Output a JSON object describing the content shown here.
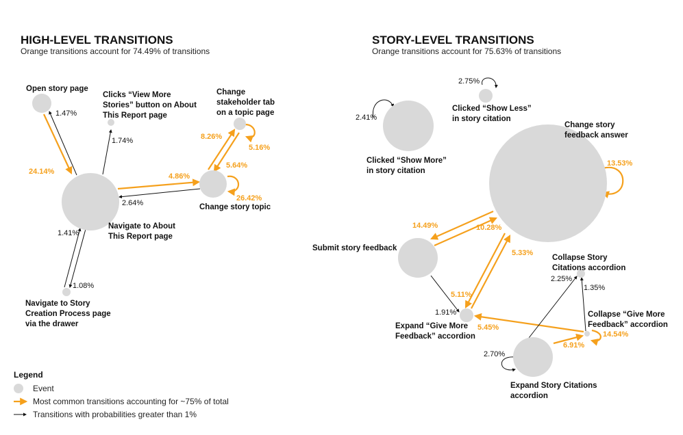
{
  "colors": {
    "node": "#d9d9d9",
    "orange": "#f5a01c",
    "black": "#111111"
  },
  "high": {
    "title": "HIGH-LEVEL TRANSITIONS",
    "subtitle": "Orange transitions account for 74.49% of transitions",
    "nodes": {
      "open_story": {
        "label": [
          "Open story page"
        ]
      },
      "view_more": {
        "label": [
          "Clicks “View More",
          "Stories” button on About",
          "This Report page"
        ]
      },
      "stakeholder": {
        "label": [
          "Change",
          "stakeholder tab",
          "on a topic page"
        ]
      },
      "about": {
        "label": [
          "Navigate to About",
          "This Report page"
        ]
      },
      "story_topic": {
        "label": [
          "Change story topic"
        ]
      },
      "creation": {
        "label": [
          "Navigate to Story",
          "Creation Process page",
          "via the drawer"
        ]
      }
    },
    "edges": {
      "open_to_about": "24.14%",
      "about_to_open": "1.47%",
      "about_to_viewmore": "1.74%",
      "about_to_topic": "4.86%",
      "topic_to_about": "2.64%",
      "topic_to_stake": "8.26%",
      "stake_self": "5.16%",
      "stake_to_topic": "5.64%",
      "topic_self": "26.42%",
      "creation_to_about": "1.41%",
      "about_to_creation": "1.08%"
    }
  },
  "story": {
    "title": "STORY-LEVEL TRANSITIONS",
    "subtitle": "Orange transitions account for 75.63% of transitions",
    "nodes": {
      "show_less": {
        "label": [
          "Clicked “Show Less”",
          "in story citation"
        ]
      },
      "show_more": {
        "label": [
          "Clicked “Show More”",
          "in story citation"
        ]
      },
      "feedback_answer": {
        "label": [
          "Change story",
          "feedback answer"
        ]
      },
      "submit": {
        "label": [
          "Submit story feedback"
        ]
      },
      "collapse_citations": {
        "label": [
          "Collapse Story",
          "Citations accordion"
        ]
      },
      "expand_give": {
        "label": [
          "Expand “Give More",
          "Feedback” accordion"
        ]
      },
      "collapse_give": {
        "label": [
          "Collapse “Give More",
          "Feedback” accordion"
        ]
      },
      "expand_citations": {
        "label": [
          "Expand Story Citations",
          "accordion"
        ]
      }
    },
    "edges": {
      "show_less_self": "2.75%",
      "show_more_self": "2.41%",
      "answer_self": "13.53%",
      "answer_to_submit": "14.49%",
      "submit_to_answer": "10.28%",
      "expand_give_to_answer": "5.33%",
      "answer_to_expand_give": "5.11%",
      "submit_to_expand_give": "1.91%",
      "expand_give_to_collapse_give": "5.45%",
      "collapse_give_self": "14.54%",
      "expand_cit_to_collapse_give": "6.91%",
      "expand_cit_self": "2.70%",
      "collapse_cit_to_expand_cit": "2.25%",
      "collapse_give_to_collapse_cit": "1.35%"
    }
  },
  "legend": {
    "title": "Legend",
    "event": "Event",
    "orange": "Most common transitions accounting for ~75% of total",
    "black": "Transitions with probabilities greater than 1%"
  }
}
